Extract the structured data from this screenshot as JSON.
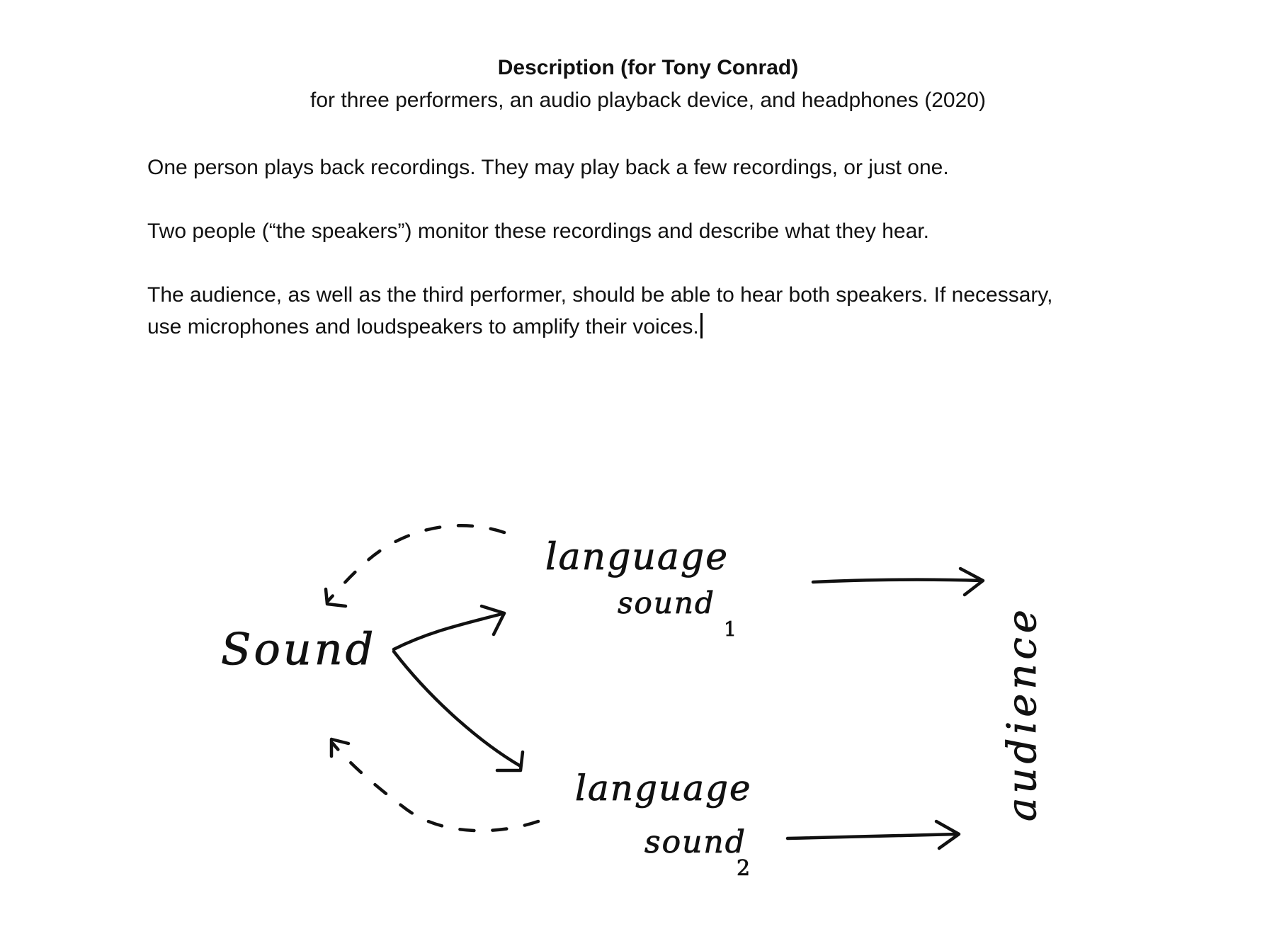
{
  "document": {
    "title": "Description (for Tony Conrad)",
    "subtitle": "for three performers, an audio playback device, and headphones (2020)",
    "paragraphs": [
      "One person plays back recordings. They may play back a few recordings, or just one.",
      "Two people (“the speakers”) monitor these recordings and describe what they hear.",
      "The audience, as well as the third performer, should be able to hear both speakers. If necessary, use microphones and loudspeakers to amplify their voices."
    ]
  },
  "sketch": {
    "sound": "Sound",
    "upper_language": "language",
    "upper_sound": "sound",
    "upper_index": "1",
    "lower_language": "language",
    "lower_sound": "sound",
    "lower_index": "2",
    "audience": "audience"
  }
}
